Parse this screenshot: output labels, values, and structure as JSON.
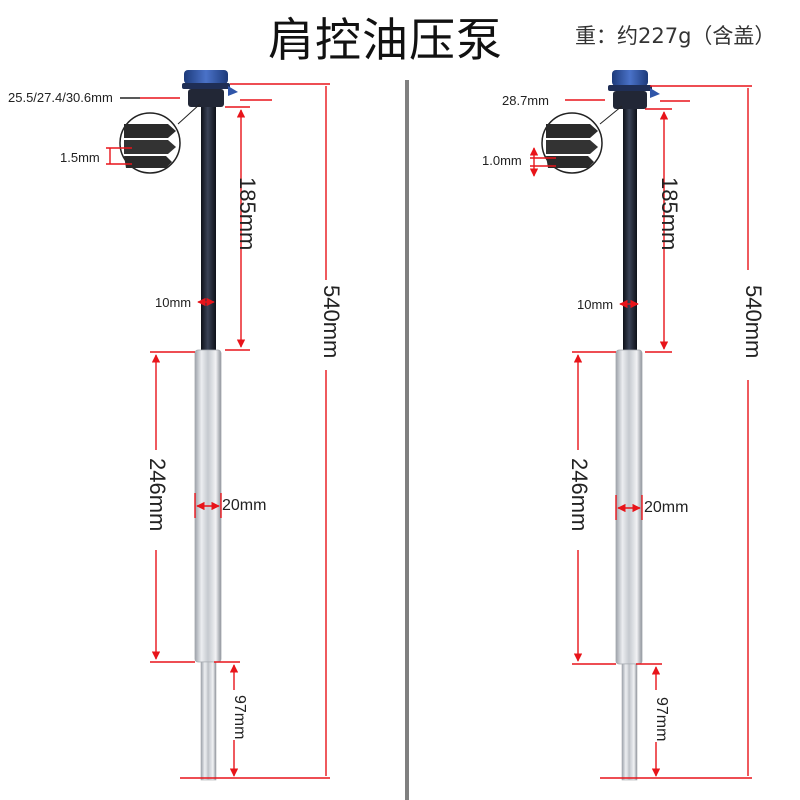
{
  "header": {
    "title": "肩控油压泵",
    "weight": "重：约227g（含盖）"
  },
  "left_pump": {
    "thread_diameter": "25.5/27.4/30.6mm",
    "thread_pitch": "1.5mm",
    "upper_length": "185mm",
    "rod_diameter": "10mm",
    "total_length": "540mm",
    "tube_length": "246mm",
    "tube_diameter": "20mm",
    "bottom_length": "97mm"
  },
  "right_pump": {
    "thread_diameter": "28.7mm",
    "thread_pitch": "1.0mm",
    "upper_length": "185mm",
    "rod_diameter": "10mm",
    "total_length": "540mm",
    "tube_length": "246mm",
    "tube_diameter": "20mm",
    "bottom_length": "97mm"
  },
  "colors": {
    "dimension_line": "#e8141a",
    "cap": "#2f55a8",
    "rod": "#1c2233",
    "tube": "#c9ccd2",
    "divider": "#808080"
  }
}
